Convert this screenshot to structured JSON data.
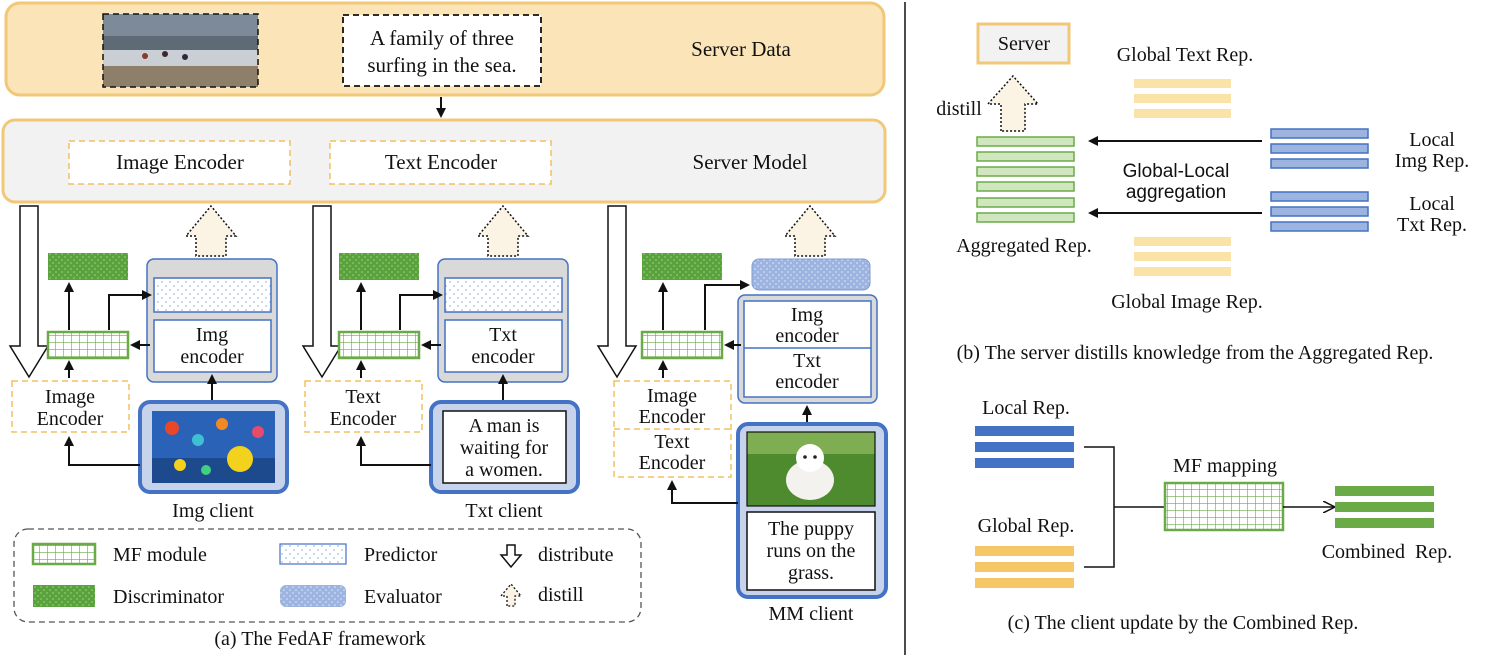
{
  "panel_a": {
    "server_data": {
      "label": "Server Data",
      "caption_line1": "A family of three",
      "caption_line2": "surfing in the sea."
    },
    "server_model": {
      "label": "Server Model",
      "image_encoder": "Image Encoder",
      "text_encoder": "Text Encoder"
    },
    "img_client": {
      "label": "Img client",
      "enc_line1": "Img",
      "enc_line2": "encoder",
      "local_enc_line1": "Image",
      "local_enc_line2": "Encoder"
    },
    "txt_client": {
      "label": "Txt client",
      "enc_line1": "Txt",
      "enc_line2": "encoder",
      "local_enc_line1": "Text",
      "local_enc_line2": "Encoder",
      "text_line1": "A man is",
      "text_line2": "waiting for",
      "text_line3": "a women."
    },
    "mm_client": {
      "label": "MM client",
      "img_enc_line1": "Img",
      "img_enc_line2": "encoder",
      "txt_enc_line1": "Txt",
      "txt_enc_line2": "encoder",
      "local_img_line1": "Image",
      "local_img_line2": "Encoder",
      "local_txt_line1": "Text",
      "local_txt_line2": "Encoder",
      "text_line1": "The puppy",
      "text_line2": "runs on the",
      "text_line3": "grass."
    },
    "legend": {
      "mf_module": "MF module",
      "discriminator": "Discriminator",
      "predictor": "Predictor",
      "evaluator": "Evaluator",
      "distribute": "distribute",
      "distill": "distill"
    },
    "caption": "(a) The FedAF framework"
  },
  "panel_b": {
    "server": "Server",
    "distill": "distill",
    "global_text_rep": "Global Text Rep.",
    "global_image_rep": "Global Image Rep.",
    "aggregated_rep": "Aggregated Rep.",
    "aggregation_line1": "Global-Local",
    "aggregation_line2": "aggregation",
    "local_img_line1": "Local",
    "local_img_line2": "Img Rep.",
    "local_txt_line1": "Local",
    "local_txt_line2": "Txt Rep.",
    "caption": "(b) The server distills knowledge from the Aggregated Rep."
  },
  "panel_c": {
    "local_rep": "Local Rep.",
    "global_rep": "Global Rep.",
    "mf_mapping": "MF mapping",
    "combined_rep": "Combined  Rep.",
    "caption": "(c) The client update by the Combined Rep."
  },
  "colors": {
    "server_data_fill": "#fbe5b8",
    "server_data_stroke": "#f0c878",
    "server_model_fill": "#f2f2f2",
    "dashed_orange": "#f0c060",
    "green": "#6aab48",
    "green_light": "#cfe6bf",
    "blue": "#4472c4",
    "blue_light": "#c7d3ea",
    "evaluator_blue": "#9db4e0",
    "yellow": "#f5c766",
    "yellow_light": "#fbe2a8",
    "client_gray": "#d9d9d9"
  }
}
